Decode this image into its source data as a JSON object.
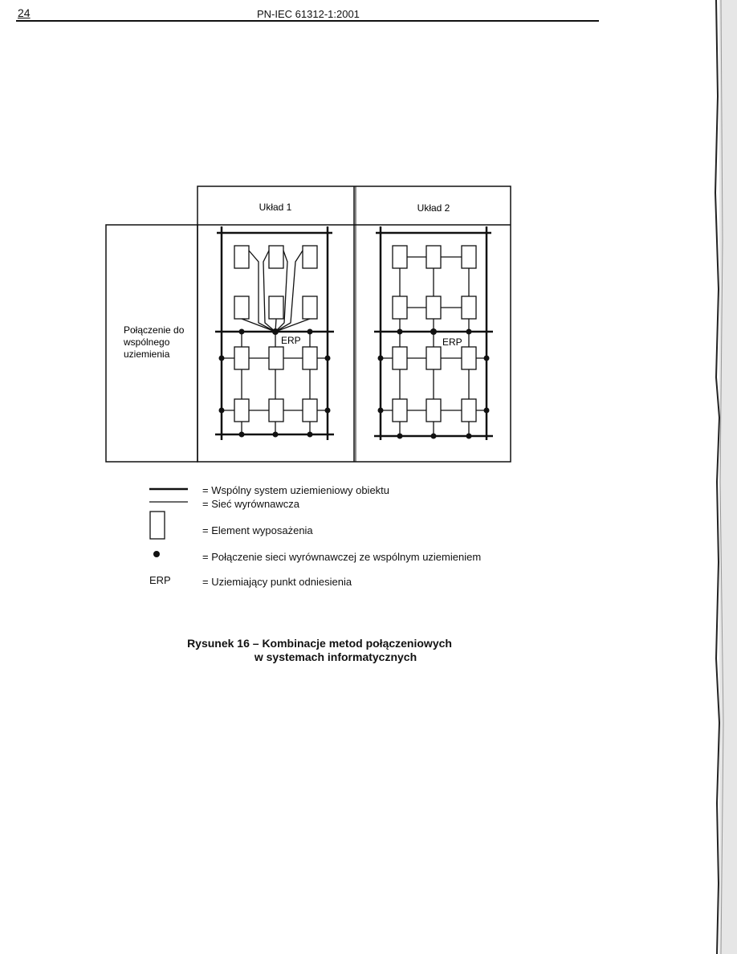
{
  "header": {
    "page_number": "24",
    "standard": "PN-IEC 61312-1:2001"
  },
  "figure": {
    "col1_label": "Układ 1",
    "col2_label": "Układ 2",
    "row_label_line1": "Połączenie do",
    "row_label_line2": "wspólnego",
    "row_label_line3": "uziemienia",
    "erp_label": "ERP"
  },
  "legend": {
    "thick_line": "= Wspólny system uziemieniowy obiektu",
    "thin_line": "= Sieć wyrównawcza",
    "equipment": "= Element wyposażenia",
    "dot": "= Połączenie sieci wyrównawczej ze wspólnym uziemieniem",
    "erp_key": "ERP",
    "erp": "= Uziemiający punkt odniesienia"
  },
  "caption": {
    "line1": "Rysunek 16 – Kombinacje metod połączeniowych",
    "line2": "w systemach informatycznych"
  }
}
